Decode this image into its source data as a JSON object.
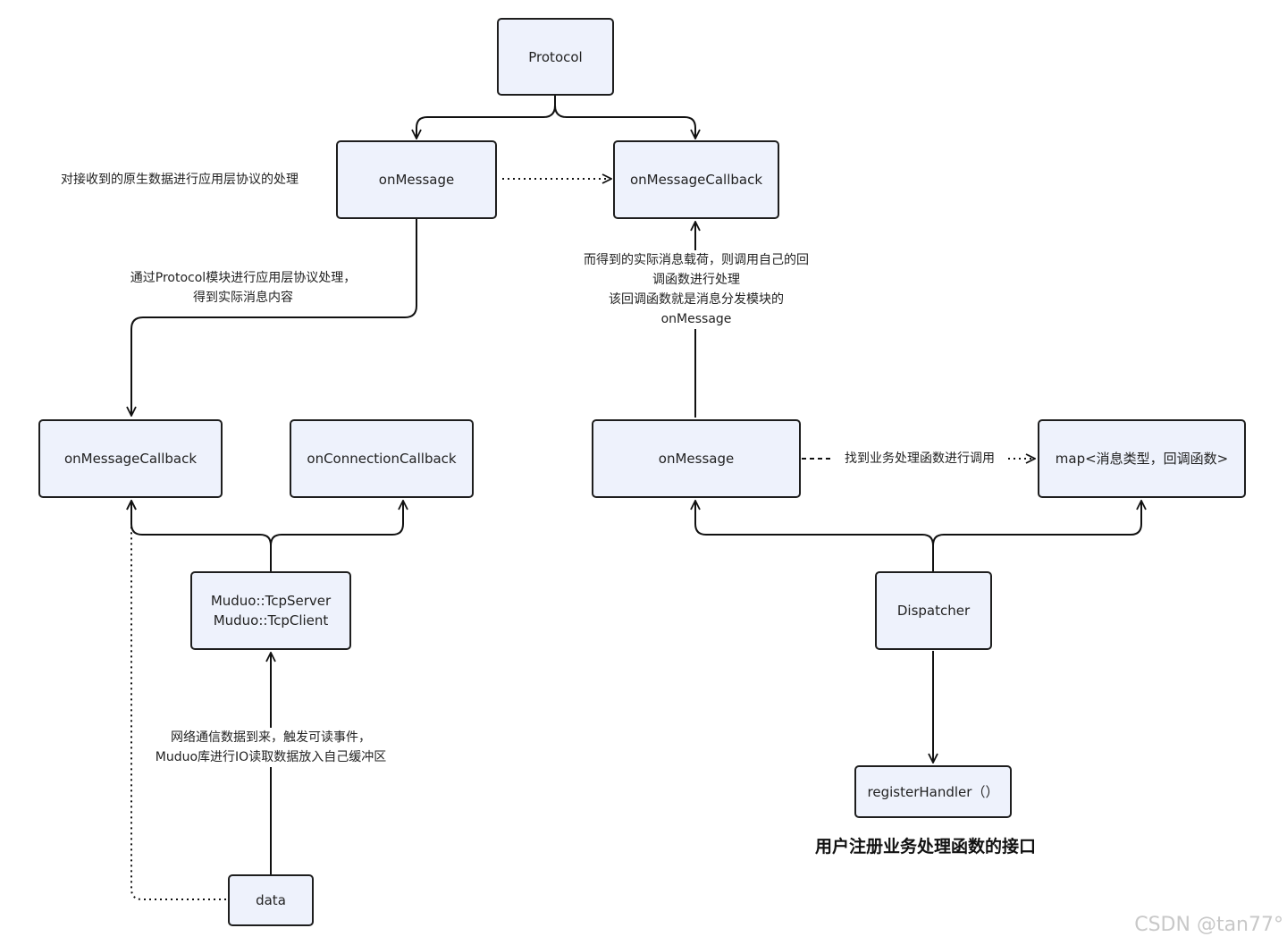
{
  "nodes": {
    "protocol": "Protocol",
    "proto_onmessage": "onMessage",
    "proto_onmessagecallback": "onMessageCallback",
    "muduo_onmessagecallback": "onMessageCallback",
    "muduo_onconnectioncallback": "onConnectionCallback",
    "muduo_server": "Muduo::TcpServer",
    "muduo_client": "Muduo::TcpClient",
    "data": "data",
    "disp_onmessage": "onMessage",
    "handler_map": "map<消息类型，回调函数>",
    "dispatcher": "Dispatcher",
    "register_handler": "registerHandler（）"
  },
  "labels": {
    "raw_data_processing": "对接收到的原生数据进行应用层协议的处理",
    "protocol_processing_1": "通过Protocol模块进行应用层协议处理，",
    "protocol_processing_2": "得到实际消息内容",
    "callback_note_1": "而得到的实际消息载荷，则调用自己的回",
    "callback_note_2": "调函数进行处理",
    "callback_note_3": "该回调函数就是消息分发模块的",
    "callback_note_4": "onMessage",
    "find_handler": "找到业务处理函数进行调用",
    "network_data_1": "网络通信数据到来，触发可读事件，",
    "network_data_2": "Muduo库进行IO读取数据放入自己缓冲区"
  },
  "heading": "用户注册业务处理函数的接口",
  "watermark": "CSDN @tan77°"
}
